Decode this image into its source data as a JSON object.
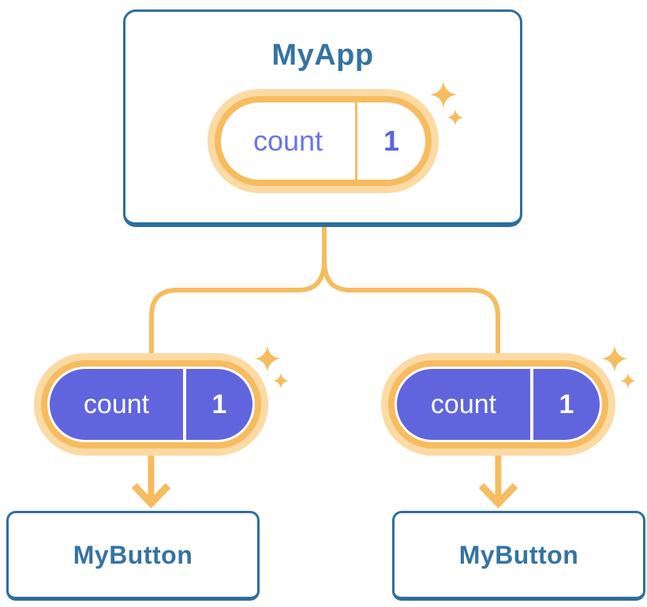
{
  "diagram": {
    "type": "component-tree",
    "root": {
      "title": "MyApp",
      "state": {
        "name": "count",
        "value": "1"
      }
    },
    "children": [
      {
        "title": "MyButton",
        "state": {
          "name": "count",
          "value": "1"
        }
      },
      {
        "title": "MyButton",
        "state": {
          "name": "count",
          "value": "1"
        }
      }
    ],
    "icons": {
      "sparkle": "4-point star sparkle",
      "arrow": "downward arrow"
    },
    "colors": {
      "card_border_blue": "#2E6E9E",
      "title_text_blue": "#3573A1",
      "orange": "#F6BC5F",
      "orange_light": "#FBDAA4",
      "purple_fill": "#6065DD",
      "purple_name_text": "#6B74E2",
      "purple_value_text": "#5B63DC",
      "background": "#FFFFFF"
    }
  }
}
